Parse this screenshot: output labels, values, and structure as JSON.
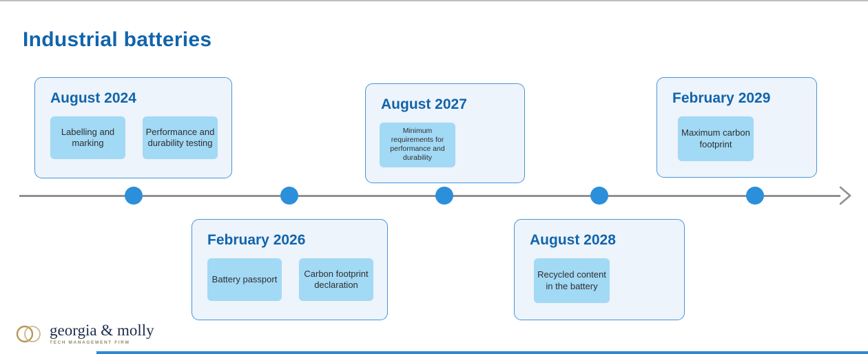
{
  "title": "Industrial batteries",
  "logo": {
    "icon": "interlocking-circles",
    "name": "georgia & molly",
    "tagline": "TECH MANAGEMENT FIRM"
  },
  "colors": {
    "accent_blue": "#1164ac",
    "card_border": "#4694d8",
    "card_bg": "#edf4fb",
    "chip_bg": "#a2d9f5",
    "dot_blue": "#2b8fd9",
    "timeline_gray": "#8f8f8f",
    "logo_gold": "#b5985a",
    "logo_navy": "#1e2c4c",
    "bottom_bar_blue": "#2f87d4"
  },
  "timeline": {
    "direction": "left-to-right-arrow",
    "milestones": [
      {
        "date": "August 2024",
        "position": "above",
        "items": [
          "Labelling and marking",
          "Performance and durability testing"
        ]
      },
      {
        "date": "February 2026",
        "position": "below",
        "items": [
          "Battery passport",
          "Carbon footprint declaration"
        ]
      },
      {
        "date": "August 2027",
        "position": "above",
        "items": [
          "Minimum requirements for performance and durability"
        ]
      },
      {
        "date": "August 2028",
        "position": "below",
        "items": [
          "Recycled content in the battery"
        ]
      },
      {
        "date": "February 2029",
        "position": "above",
        "items": [
          "Maximum carbon footprint"
        ]
      }
    ]
  }
}
